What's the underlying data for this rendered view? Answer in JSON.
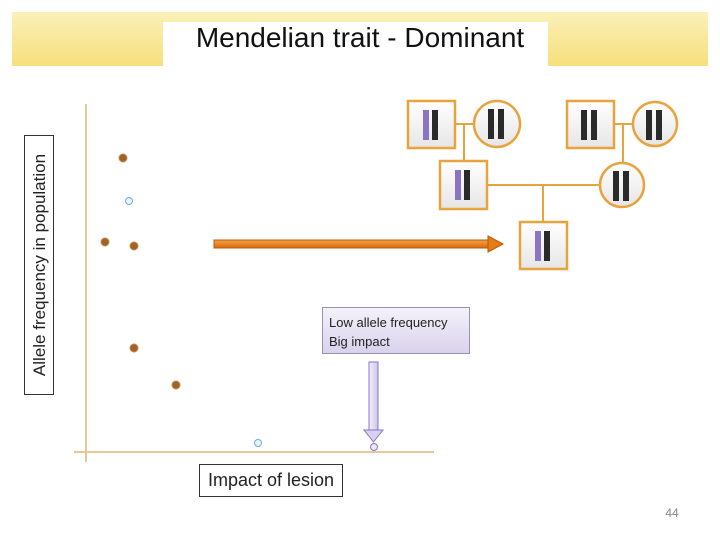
{
  "slide": {
    "title": "Mendelian trait - Dominant",
    "page_number": "44"
  },
  "axes": {
    "ylabel": "Allele frequency in population",
    "xlabel": "Impact of lesion"
  },
  "callout": {
    "line1": "Low allele frequency",
    "line2": "Big impact"
  },
  "colors": {
    "axis": "#e6c89a",
    "filled_point": "#a0622a",
    "hollow_point": "#6aaed6",
    "arrow": "#e57c14",
    "pedigree_line": "#e8a33c",
    "affected_allele": "#8a74c4",
    "normal_allele": "#2a2a2a",
    "highlight_point": "#8a74c4"
  }
}
